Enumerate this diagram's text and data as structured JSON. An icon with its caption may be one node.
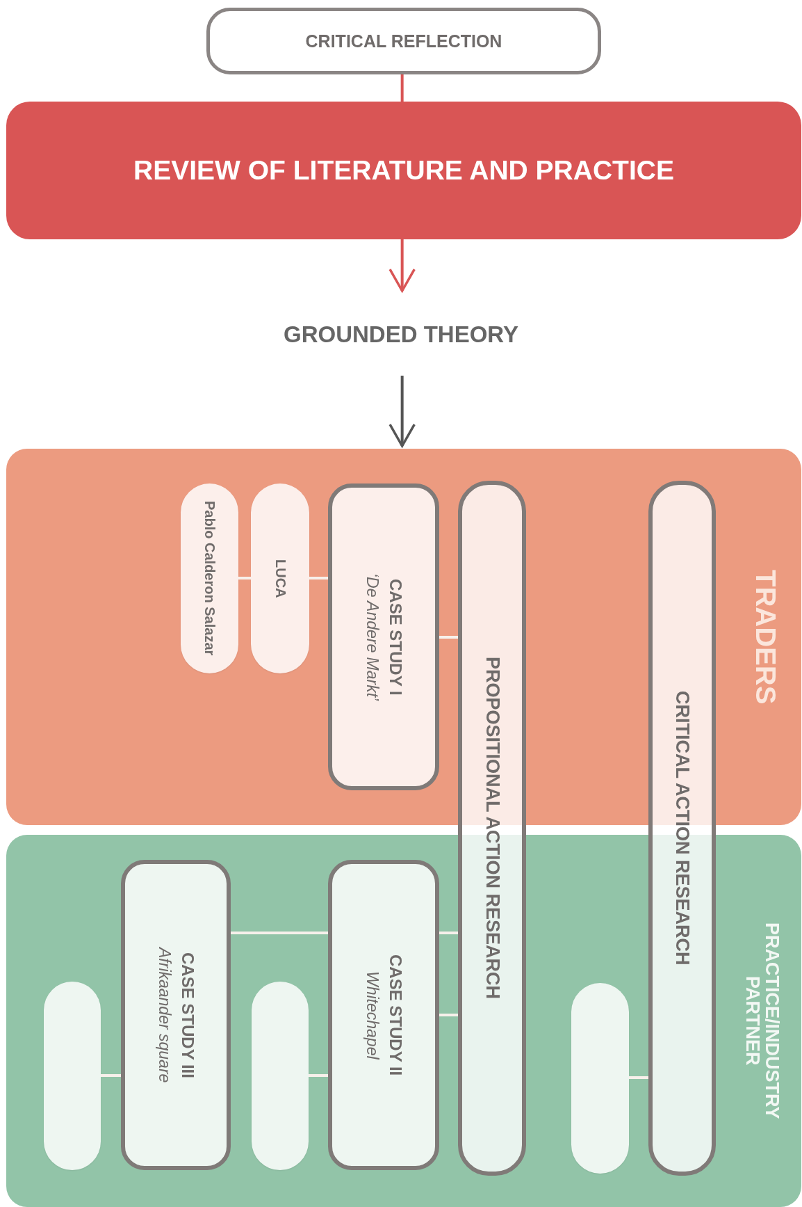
{
  "diagram": {
    "nodes": [
      {
        "text": [
          "CRITICAL REFLECTION"
        ]
      },
      {
        "text": [
          "REVIEW OF LITERATURE AND PRACTICE"
        ]
      },
      {
        "text": [
          "GROUNDED THEORY"
        ]
      },
      {
        "text": [
          "TRADERS"
        ]
      },
      {
        "text": [
          "Pablo Calderon Salazar"
        ],
        "in": 3
      },
      {
        "text": [
          "LUCA"
        ],
        "in": 3
      },
      {
        "text": [
          "CASE STUDY I",
          "‘De Andere Markt’"
        ],
        "in": 3
      },
      {
        "text": [
          "PROPOSITIONAL ACTION RESEARCH"
        ]
      },
      {
        "text": [
          "CRITICAL ACTION RESEARCH"
        ]
      },
      {
        "text": [
          "PRACTICE/INDUSTRY PARTNER"
        ]
      },
      {
        "text": [
          "CASE STUDY III",
          "Afrikaander square"
        ],
        "in": 9
      },
      {
        "text": [],
        "shape": "box",
        "in": 9
      },
      {
        "text": [],
        "shape": "box",
        "in": 9
      },
      {
        "text": [
          "CASE STUDY II",
          "Whitechapel"
        ],
        "in": 9
      },
      {
        "text": [],
        "shape": "box",
        "in": 9
      }
    ],
    "edges": [
      {
        "from": 0,
        "to": 1,
        "arrow": "none",
        "color": "#d95555"
      },
      {
        "from": 1,
        "to": 2,
        "arrow": "to",
        "color": "#d95555"
      },
      {
        "from": 2,
        "to": 3,
        "arrow": "to",
        "color": "#555555"
      },
      {
        "from": 4,
        "to": 5,
        "arrow": "none"
      },
      {
        "from": 5,
        "to": 6,
        "arrow": "none"
      },
      {
        "from": 6,
        "to": 7,
        "arrow": "none"
      },
      {
        "from": 10,
        "to": 13,
        "arrow": "none"
      },
      {
        "from": 13,
        "to": 7,
        "arrow": "none"
      },
      {
        "from": 13,
        "to": 7,
        "arrow": "none"
      },
      {
        "from": 11,
        "to": 10,
        "arrow": "none"
      },
      {
        "from": 12,
        "to": 13,
        "arrow": "none"
      },
      {
        "from": 14,
        "to": 8,
        "arrow": "none"
      }
    ]
  }
}
